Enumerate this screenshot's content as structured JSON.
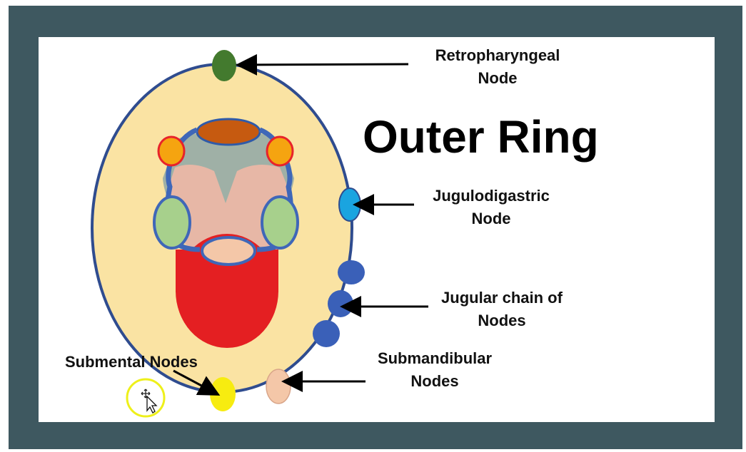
{
  "title": "Outer Ring",
  "labels": {
    "retropharyngeal": "Retropharyngeal\nNode",
    "jugulodigastric": "Jugulodigastric\nNode",
    "jugular_chain": "Jugular chain of\nNodes",
    "submandibular": "Submandibular\nNodes",
    "submental": "Submental Nodes"
  },
  "colors": {
    "frame": "#3e5860",
    "ring_fill": "#fae3a3",
    "ring_outline": "#2f4c8f",
    "retropharyngeal_node": "#437a2e",
    "jugulodigastric_node": "#1aa4e0",
    "jugular_chain_nodes": "#3a60b8",
    "submandibular_node": "#f4c7a8",
    "submental_node": "#f7ec10",
    "red_center": "#e41f22",
    "tonsil_green": "#a7d08c",
    "tonsil_orange": "#f5a410",
    "adenoid_brown": "#c65a10",
    "cursor_highlight": "#eef01a"
  },
  "icons": {
    "cursor": "move-cursor-icon"
  }
}
